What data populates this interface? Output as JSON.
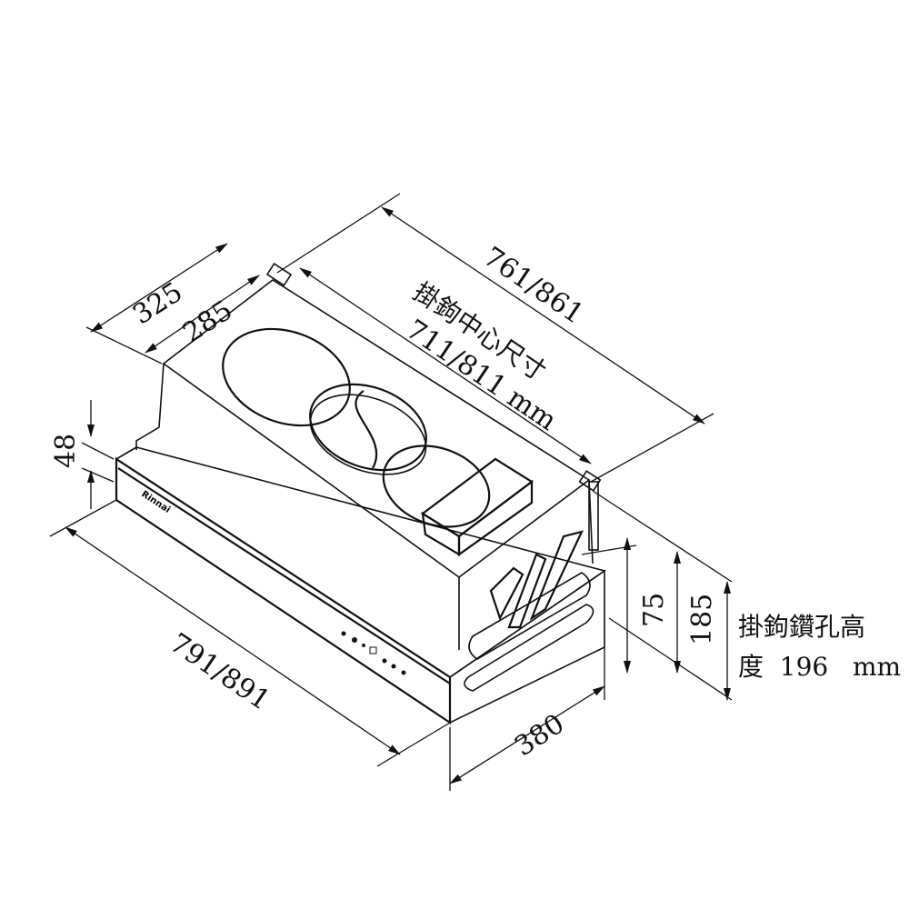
{
  "dimensions": {
    "overall_width": "761/861",
    "hook_center_label": "掛鉤中心尺寸",
    "hook_center_value": "711/811 mm",
    "depth_outer": "325",
    "depth_inner": "285",
    "front_panel_height": "48",
    "front_width": "791/891",
    "bottom_depth": "380",
    "height_small": "75",
    "height_total": "185",
    "hook_drill_label_line1": "掛鉤鑽孔高",
    "hook_drill_label_line2": "度  196   mm"
  },
  "brand_logo": "Rinnai"
}
